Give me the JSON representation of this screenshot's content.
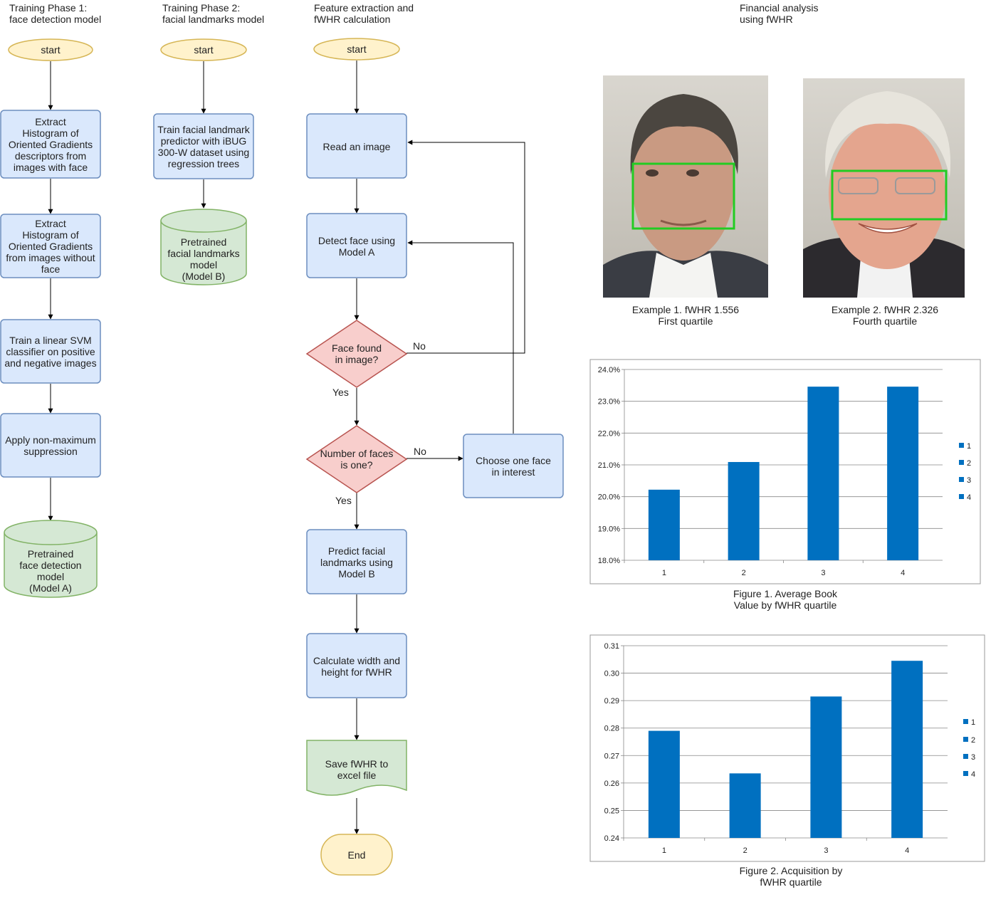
{
  "colors": {
    "process_fill": "#dae8fc",
    "process_stroke": "#6c8ebf",
    "terminal_fill": "#fff2cc",
    "terminal_stroke": "#d6b656",
    "db_fill": "#d5e8d4",
    "db_stroke": "#82b366",
    "decision_fill": "#f8cecc",
    "decision_stroke": "#b85450",
    "bar": "#0070c0",
    "face_box": "#22cc22"
  },
  "columns": [
    {
      "title": [
        "Training Phase 1:",
        "face detection model"
      ],
      "nodes": {
        "start": "start",
        "hog_face": [
          "Extract",
          "Histogram of",
          "Oriented Gradients",
          "descriptors from",
          "images with face"
        ],
        "hog_noface": [
          "Extract",
          "Histogram of",
          "Oriented Gradients",
          "from images without",
          "face"
        ],
        "svm": [
          "Train a linear SVM",
          "classifier on positive",
          "and negative images"
        ],
        "nms": [
          "Apply non-maximum",
          "suppression"
        ],
        "model_a": [
          "Pretrained",
          "face detection",
          "model",
          "(Model A)"
        ]
      }
    },
    {
      "title": [
        "Training Phase 2:",
        "facial landmarks model"
      ],
      "nodes": {
        "start": "start",
        "train": [
          "Train facial landmark",
          "predictor with iBUG",
          "300-W dataset using",
          "regression trees"
        ],
        "model_b": [
          "Pretrained",
          "facial landmarks",
          "model",
          "(Model B)"
        ]
      }
    },
    {
      "title": [
        "Feature extraction and",
        "fWHR calculation"
      ],
      "nodes": {
        "start": "start",
        "read": [
          "Read an image"
        ],
        "detect": [
          "Detect face using",
          "Model A"
        ],
        "found": [
          "Face found",
          "in image?"
        ],
        "count": [
          "Number of faces",
          "is one?"
        ],
        "choose": [
          "Choose one face",
          "in interest"
        ],
        "predict": [
          "Predict facial",
          "landmarks using",
          "Model B"
        ],
        "calc": [
          "Calculate width and",
          "height for fWHR"
        ],
        "save": [
          "Save fWHR to",
          "excel file"
        ],
        "end": "End"
      },
      "edge_labels": {
        "found_no": "No",
        "found_yes": "Yes",
        "count_no": "No",
        "count_yes": "Yes"
      }
    },
    {
      "title": [
        "Financial analysis",
        "using fWHR"
      ]
    }
  ],
  "examples": [
    {
      "caption": [
        "Example 1. fWHR 1.556",
        "First quartile"
      ]
    },
    {
      "caption": [
        "Example 2. fWHR 2.326",
        "Fourth quartile"
      ]
    }
  ],
  "chart_data": [
    {
      "type": "bar",
      "categories": [
        "1",
        "2",
        "3",
        "4"
      ],
      "values": [
        20.22,
        21.09,
        23.46,
        23.46
      ],
      "ylim": [
        18.0,
        24.0
      ],
      "yticks": [
        "18.0%",
        "19.0%",
        "20.0%",
        "21.0%",
        "22.0%",
        "23.0%",
        "24.0%"
      ],
      "grid": true,
      "legend": [
        "1",
        "2",
        "3",
        "4"
      ],
      "legend_position": "right",
      "caption": [
        "Figure 1. Average Book",
        "Value by fWHR quartile"
      ]
    },
    {
      "type": "bar",
      "categories": [
        "1",
        "2",
        "3",
        "4"
      ],
      "values": [
        0.279,
        0.2635,
        0.2915,
        0.3045
      ],
      "ylim": [
        0.24,
        0.31
      ],
      "yticks": [
        "0.24",
        "0.25",
        "0.26",
        "0.27",
        "0.28",
        "0.29",
        "0.30",
        "0.31"
      ],
      "grid": true,
      "legend": [
        "1",
        "2",
        "3",
        "4"
      ],
      "legend_position": "right",
      "caption": [
        "Figure 2. Acquisition by",
        "fWHR quartile"
      ]
    }
  ]
}
